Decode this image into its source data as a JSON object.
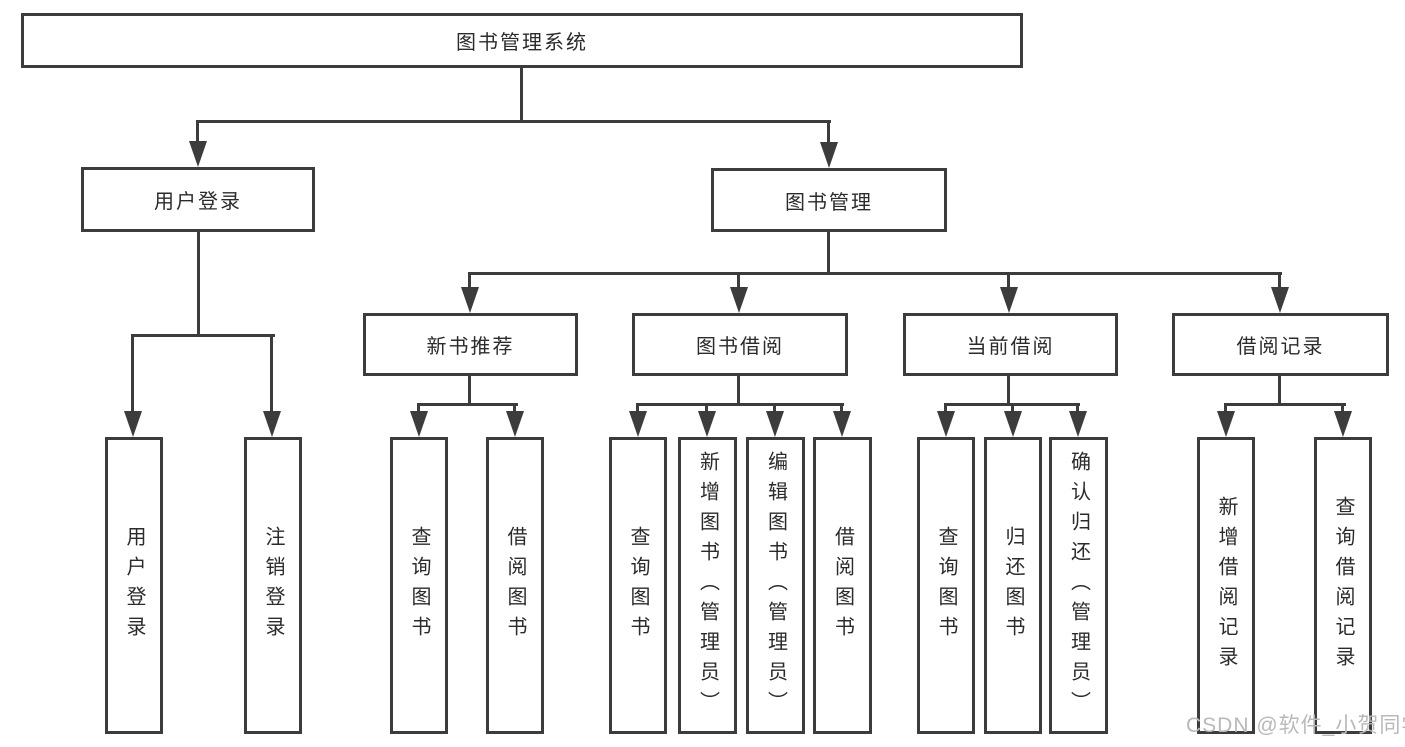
{
  "nodes": {
    "root": {
      "label": "图书管理系统"
    },
    "level2": [
      {
        "label": "用户登录"
      },
      {
        "label": "图书管理"
      }
    ],
    "level3": [
      {
        "label": "新书推荐"
      },
      {
        "label": "图书借阅"
      },
      {
        "label": "当前借阅"
      },
      {
        "label": "借阅记录"
      }
    ],
    "leaves": [
      {
        "label": "用户登录"
      },
      {
        "label": "注销登录"
      },
      {
        "label": "查询图书"
      },
      {
        "label": "借阅图书"
      },
      {
        "label": "查询图书"
      },
      {
        "label": "新增图书（管理员）"
      },
      {
        "label": "编辑图书（管理员）"
      },
      {
        "label": "借阅图书"
      },
      {
        "label": "查询图书"
      },
      {
        "label": "归还图书"
      },
      {
        "label": "确认归还（管理员）"
      },
      {
        "label": "新增借阅记录"
      },
      {
        "label": "查询借阅记录"
      }
    ]
  },
  "hierarchy": {
    "图书管理系统": [
      "用户登录",
      "图书管理"
    ],
    "用户登录": [
      "用户登录",
      "注销登录"
    ],
    "图书管理": [
      "新书推荐",
      "图书借阅",
      "当前借阅",
      "借阅记录"
    ],
    "新书推荐": [
      "查询图书",
      "借阅图书"
    ],
    "图书借阅": [
      "查询图书",
      "新增图书（管理员）",
      "编辑图书（管理员）",
      "借阅图书"
    ],
    "当前借阅": [
      "查询图书",
      "归还图书",
      "确认归还（管理员）"
    ],
    "借阅记录": [
      "新增借阅记录",
      "查询借阅记录"
    ]
  },
  "watermark": {
    "text": "CSDN @软件_小贺同学"
  },
  "colors": {
    "line": "#3c3c3c",
    "text": "#2b2b2b",
    "watermark": "#b9b9b9",
    "background": "#ffffff"
  }
}
